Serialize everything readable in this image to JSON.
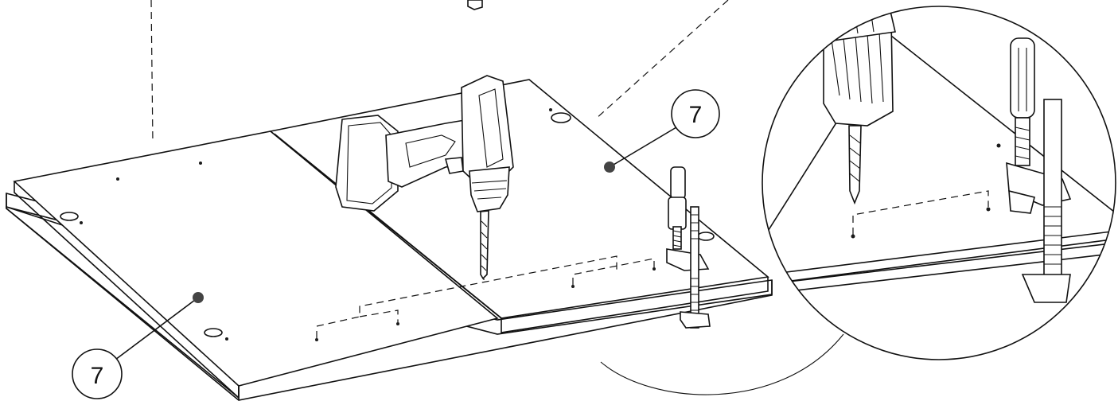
{
  "callouts": [
    {
      "id": "panel-top",
      "label": "7"
    },
    {
      "id": "panel-bottom",
      "label": "7"
    }
  ],
  "colors": {
    "line": "#111111",
    "marker": "#444444",
    "background": "#ffffff"
  }
}
